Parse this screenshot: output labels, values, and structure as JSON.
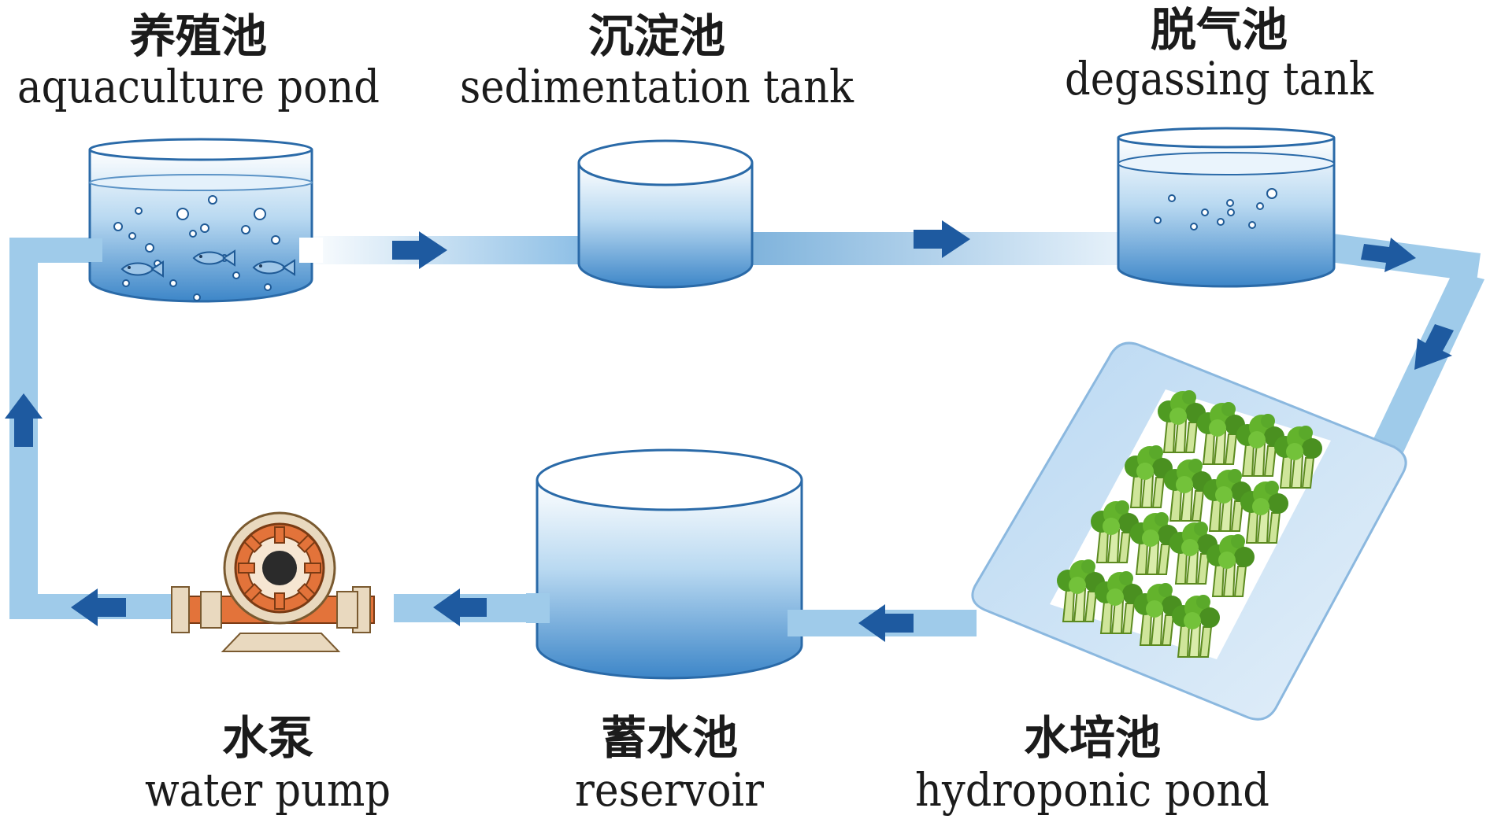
{
  "nodes": {
    "aquaculture_pond": {
      "cn": "养殖池",
      "en": "aquaculture pond"
    },
    "sedimentation_tank": {
      "cn": "沉淀池",
      "en": "sedimentation tank"
    },
    "degassing_tank": {
      "cn": "脱气池",
      "en": "degassing tank"
    },
    "hydroponic_pond": {
      "cn": "水培池",
      "en": "hydroponic pond"
    },
    "reservoir": {
      "cn": "蓄水池",
      "en": "reservoir"
    },
    "water_pump": {
      "cn": "水泵",
      "en": "water pump"
    }
  },
  "flow_order": [
    "aquaculture_pond",
    "sedimentation_tank",
    "degassing_tank",
    "hydroponic_pond",
    "reservoir",
    "water_pump",
    "aquaculture_pond"
  ],
  "colors": {
    "pipe": "#9fcbea",
    "pipe_dark": "#7fb3dc",
    "arrow": "#1e5aa0",
    "water_top": "#ffffff",
    "water_bottom": "#2f7fc6",
    "outline": "#2a6aa8",
    "pump_orange": "#e3733a",
    "pump_base": "#e9d9bf",
    "plant_green": "#5aa92a",
    "tray_bg": "#cfe3f6"
  }
}
